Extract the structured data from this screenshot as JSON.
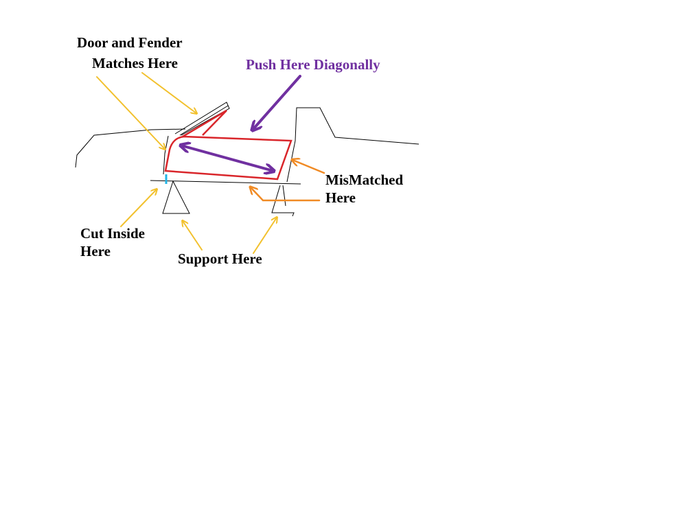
{
  "labels": {
    "door_fender_line1": "Door and Fender",
    "door_fender_line2": "Matches Here",
    "push": "Push Here Diagonally",
    "mismatched_line1": "MisMatched",
    "mismatched_line2": "Here",
    "cut_line1": "Cut Inside",
    "cut_line2": "Here",
    "support": "Support Here"
  },
  "colors": {
    "outline": "#000000",
    "door": "#d9252a",
    "push_arrow": "#7030a0",
    "pointer_arrows": "#f2c12e",
    "mismatch_arrows": "#f08a24",
    "cut_mark": "#1fb4e6",
    "background": "#ffffff"
  }
}
